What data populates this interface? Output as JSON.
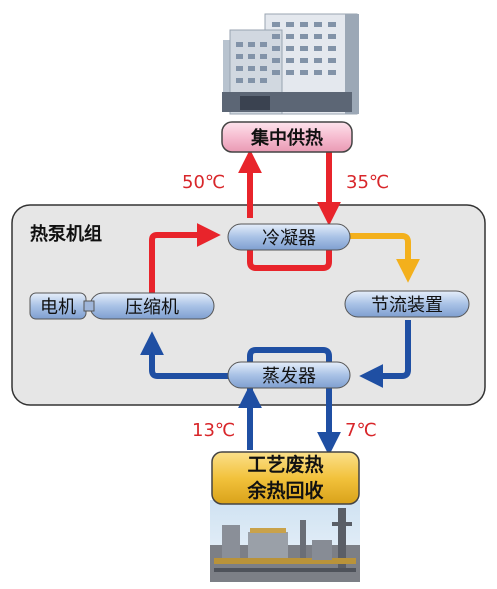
{
  "building": {
    "icon": "office-building-icon"
  },
  "heating": {
    "label": "集中供热"
  },
  "group": {
    "label": "热泵机组"
  },
  "components": {
    "condenser": "冷凝器",
    "compressor": "压缩机",
    "motor": "电机",
    "throttle": "节流装置",
    "evaporator": "蒸发器"
  },
  "temperatures": {
    "supply": "50℃",
    "return": "35℃",
    "waste_in": "13℃",
    "waste_out": "7℃"
  },
  "source": {
    "line1": "工艺废热",
    "line2": "余热回收"
  },
  "factory": {
    "icon": "industrial-plant-icon"
  },
  "colors": {
    "hot": "#e8242b",
    "cold": "#1f4fa3",
    "expansion": "#f3b01c",
    "heating_box": "#f6bcd0",
    "source_box": "#f2c23c",
    "component_pill": "#a9c2e6",
    "unit_frame": "#e6e6e6"
  }
}
